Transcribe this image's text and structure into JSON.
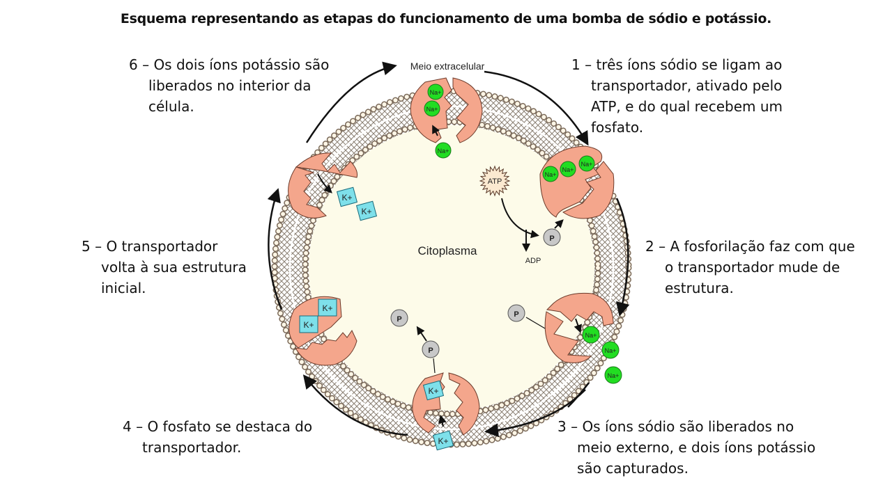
{
  "title": "Esquema representando as etapas do funcionamento de uma bomba de sódio e potássio.",
  "diagram": {
    "outside_label": "Meio extracelular",
    "inside_label": "Citoplasma",
    "atp_label": "ATP",
    "adp_label": "ADP",
    "phosphate_label": "P",
    "sodium_label": "Na+",
    "potassium_label": "K+",
    "colors": {
      "protein": "#f4a68c",
      "sodium": "#22dd22",
      "potassium": "#7ee0ea",
      "phosphate": "#c8c8c8",
      "cytoplasm": "#fdfbe9",
      "membrane_head": "#fff6e6"
    }
  },
  "steps": [
    {
      "number": "1",
      "lines": [
        "1 – três íons sódio se ligam ao",
        "transportador, ativado pelo",
        "ATP, e do qual recebem um",
        "fosfato."
      ]
    },
    {
      "number": "2",
      "lines": [
        "2 – A fosforilação faz com que",
        "o transportador mude de",
        "estrutura."
      ]
    },
    {
      "number": "3",
      "lines": [
        "3 – Os íons sódio são liberados no",
        "meio externo, e dois íons potássio",
        "são capturados."
      ]
    },
    {
      "number": "4",
      "lines": [
        "4 – O fosfato se destaca do",
        "transportador."
      ]
    },
    {
      "number": "5",
      "lines": [
        "5 – O transportador",
        "volta à sua estrutura",
        "inicial."
      ]
    },
    {
      "number": "6",
      "lines": [
        "6 – Os dois íons potássio são",
        "liberados no interior da",
        "célula."
      ]
    }
  ]
}
